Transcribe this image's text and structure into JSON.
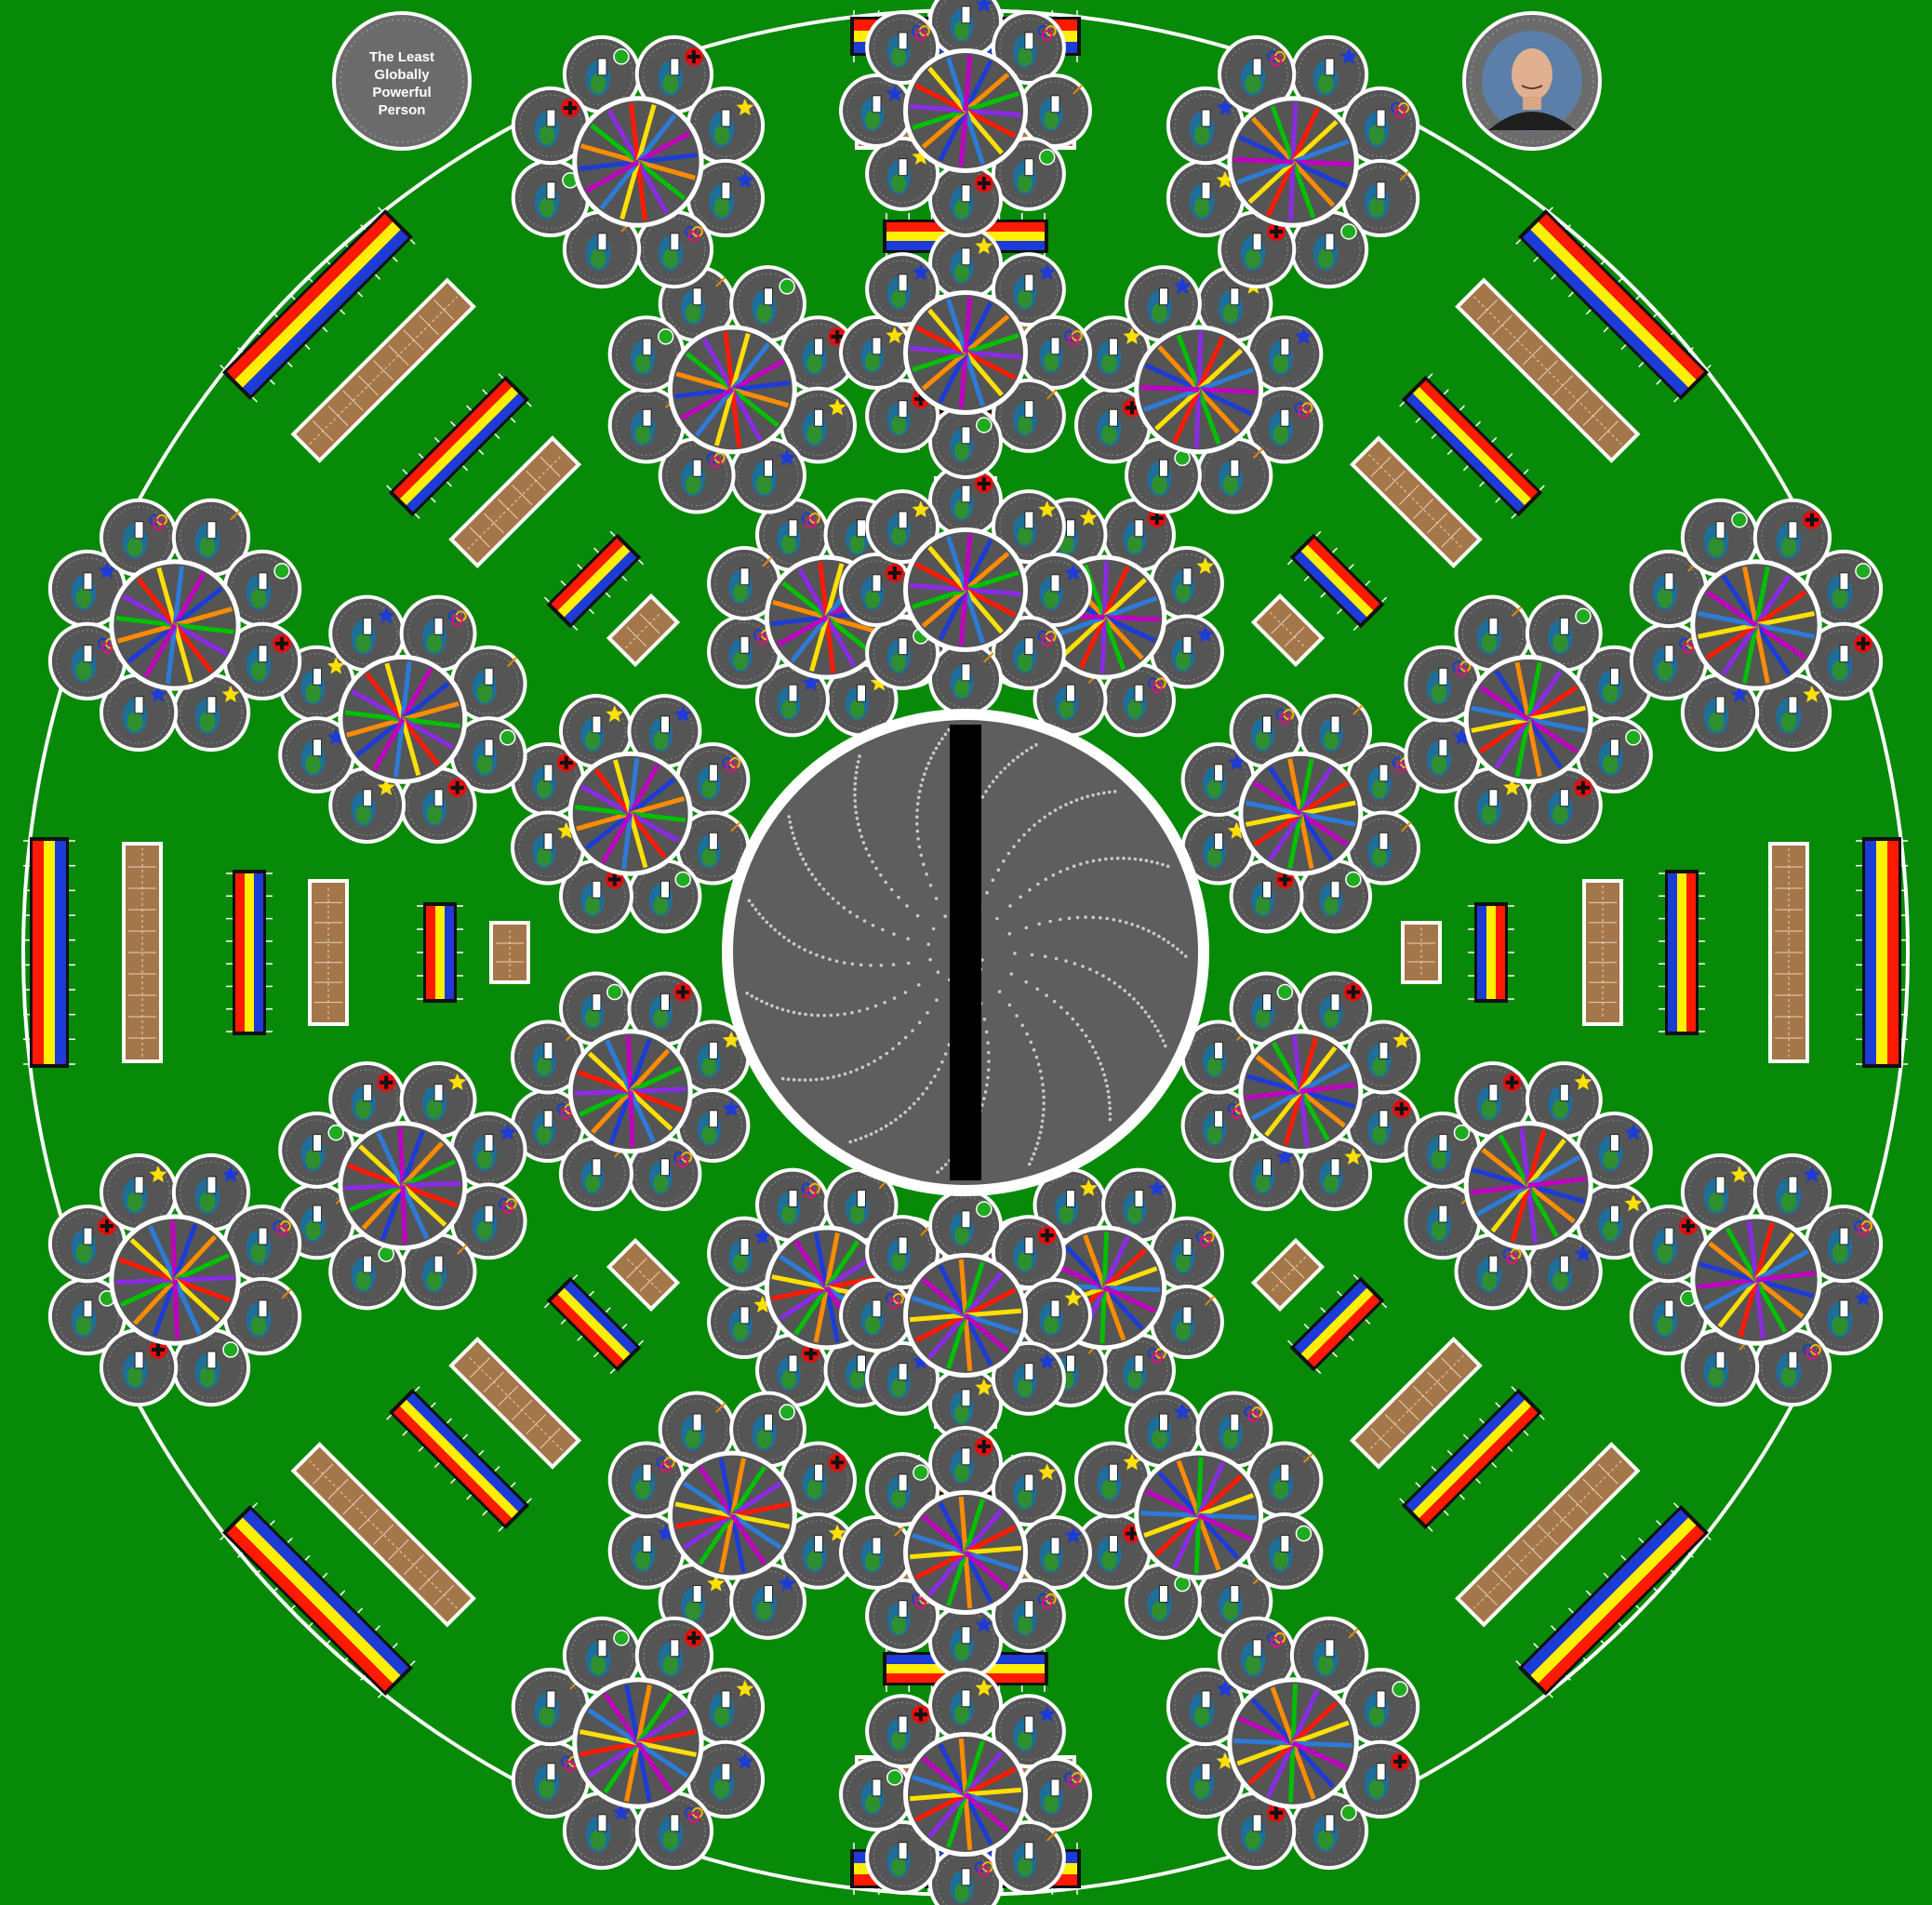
{
  "colors": {
    "field": "#078a07",
    "ring_outline": "#ffffff",
    "center_disc": "#5e5e5e",
    "center_bar": "#000000",
    "pod_dark": "#555555",
    "table_wood": "#a4774a",
    "band_blue": "#1d3bd6",
    "band_yellow": "#ffef00",
    "band_red": "#ff1a00",
    "wheel_colors": [
      "#1d3bd6",
      "#ff8c00",
      "#00c000",
      "#8a2be2",
      "#ff1a00",
      "#ffe000",
      "#2d7bd8",
      "#c000c0"
    ]
  },
  "badges": {
    "left_label_lines": [
      "The Least",
      "Globally",
      "Powerful",
      "Person"
    ],
    "right_icon": "portrait-photo-icon"
  },
  "center": {
    "description_icon": "spiral-dots-icon"
  },
  "clusters": {
    "petal_markers": [
      "red-cross-icon",
      "yellow-star-icon",
      "blue-star-icon",
      "rings-icon",
      "dial-icon",
      "leaf-icon"
    ]
  }
}
